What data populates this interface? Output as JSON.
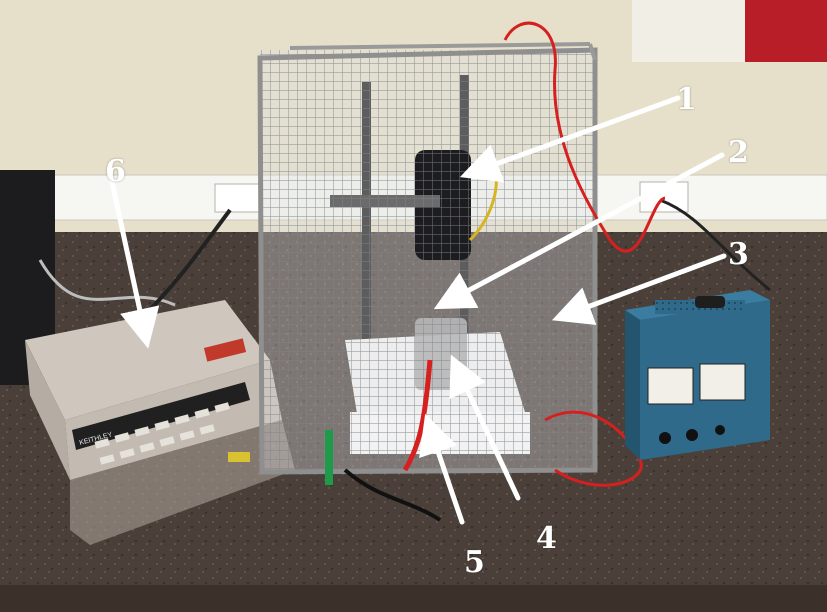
{
  "labels": [
    {
      "id": "1",
      "text": "1"
    },
    {
      "id": "2",
      "text": "2"
    },
    {
      "id": "3",
      "text": "3"
    },
    {
      "id": "4",
      "text": "4"
    },
    {
      "id": "5",
      "text": "5"
    },
    {
      "id": "6",
      "text": "6"
    }
  ],
  "multimeter": {
    "brand_text": "KEITHLEY"
  },
  "colors": {
    "wall": "#ece6d3",
    "bench": "#4a3f38",
    "mesh": "#8a8f96",
    "power_supply": "#2f6a8a",
    "red_wire": "#d62020",
    "arrow": "#ffffff"
  }
}
